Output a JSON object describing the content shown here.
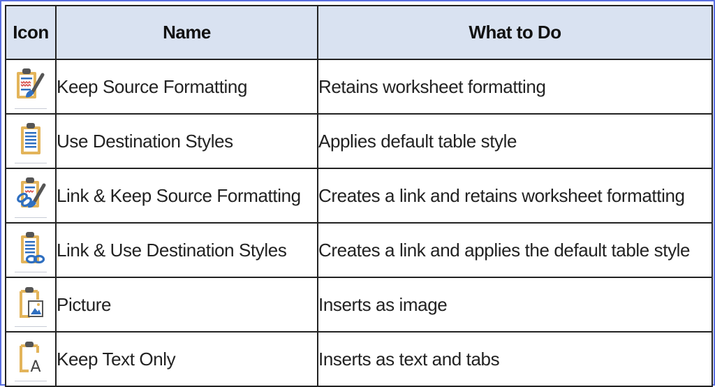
{
  "table": {
    "headers": {
      "icon": "Icon",
      "name": "Name",
      "what": "What to Do"
    },
    "rows": [
      {
        "icon": "keep-source-formatting-icon",
        "name": "Keep Source Formatting",
        "what": "Retains worksheet formatting"
      },
      {
        "icon": "use-destination-styles-icon",
        "name": "Use Destination Styles",
        "what": "Applies default table style"
      },
      {
        "icon": "link-keep-source-formatting-icon",
        "name": "Link & Keep Source Formatting",
        "what": "Creates a link and retains worksheet formatting"
      },
      {
        "icon": "link-use-destination-styles-icon",
        "name": "Link & Use Destination Styles",
        "what": "Creates a link and applies the default table style"
      },
      {
        "icon": "picture-icon",
        "name": "Picture",
        "what": "Inserts as image"
      },
      {
        "icon": "keep-text-only-icon",
        "name": "Keep Text Only",
        "what": "Inserts as text and tabs"
      }
    ]
  },
  "colors": {
    "header_bg": "#d9e2f1",
    "frame_border": "#5a6fe0",
    "clipboard_gold": "#e3b45a",
    "clip_gray": "#555555",
    "accent_blue": "#2f6fc0",
    "accent_red": "#d9534f"
  }
}
